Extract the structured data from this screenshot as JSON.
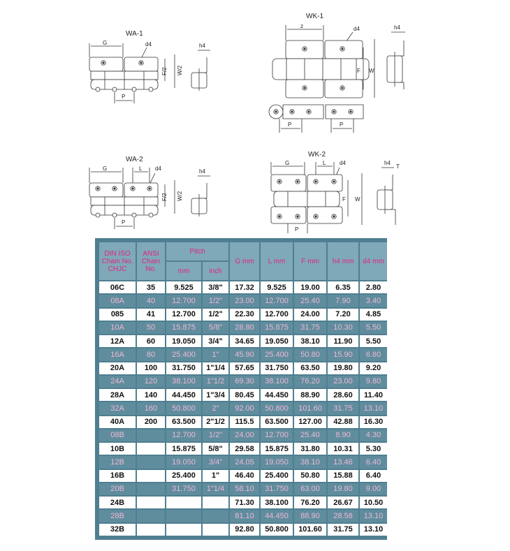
{
  "diagrams": {
    "wa1": {
      "title": "WA-1",
      "labels": {
        "g": "G",
        "d4": "d4",
        "f2": "F/2",
        "w2": "W/2",
        "h4": "h4",
        "p": "P"
      }
    },
    "wk1": {
      "title": "WK-1",
      "labels": {
        "z": "z",
        "d4": "d4",
        "f": "F",
        "w": "W",
        "h4": "h4",
        "p1": "P",
        "p2": "P"
      }
    },
    "wa2": {
      "title": "WA-2",
      "labels": {
        "g": "G",
        "l": "L",
        "d4": "d4",
        "f2": "F/2",
        "w2": "W/2",
        "h4": "h4",
        "p": "P"
      }
    },
    "wk2": {
      "title": "WK-2",
      "labels": {
        "g": "G",
        "l": "L",
        "d4": "d4",
        "f": "F",
        "w": "W",
        "h4": "h4",
        "t": "T",
        "p": "P"
      }
    }
  },
  "table": {
    "headers": {
      "din": "DIN ISO Chain No. CHJC",
      "ansi": "ANSI Chain No.",
      "pitch": "Pitch",
      "pitch_mm": "mm",
      "pitch_inch": "inch",
      "g": "G mm",
      "l": "L mm",
      "f": "F mm",
      "h4": "h4 mm",
      "d4": "d4 mm"
    },
    "rows": [
      {
        "din": "06C",
        "ansi": "35",
        "mm": "9.525",
        "inch": "3/8\"",
        "g": "17.32",
        "l": "9.525",
        "f": "19.00",
        "h4": "6.35",
        "d4": "2.80"
      },
      {
        "din": "08A",
        "ansi": "40",
        "mm": "12.700",
        "inch": "1/2\"",
        "g": "23.00",
        "l": "12.700",
        "f": "25.40",
        "h4": "7.90",
        "d4": "3.40"
      },
      {
        "din": "085",
        "ansi": "41",
        "mm": "12.700",
        "inch": "1/2\"",
        "g": "22.30",
        "l": "12.700",
        "f": "24.00",
        "h4": "7.20",
        "d4": "4.85"
      },
      {
        "din": "10A",
        "ansi": "50",
        "mm": "15.875",
        "inch": "5/8\"",
        "g": "28.80",
        "l": "15.875",
        "f": "31.75",
        "h4": "10.30",
        "d4": "5.50"
      },
      {
        "din": "12A",
        "ansi": "60",
        "mm": "19.050",
        "inch": "3/4\"",
        "g": "34.65",
        "l": "19.050",
        "f": "38.10",
        "h4": "11.90",
        "d4": "5.50"
      },
      {
        "din": "16A",
        "ansi": "80",
        "mm": "25.400",
        "inch": "1\"",
        "g": "45.90",
        "l": "25.400",
        "f": "50.80",
        "h4": "15.90",
        "d4": "6.80"
      },
      {
        "din": "20A",
        "ansi": "100",
        "mm": "31.750",
        "inch": "1\"1/4",
        "g": "57.65",
        "l": "31.750",
        "f": "63.50",
        "h4": "19.80",
        "d4": "9.20"
      },
      {
        "din": "24A",
        "ansi": "120",
        "mm": "38.100",
        "inch": "1\"1/2",
        "g": "69.30",
        "l": "38.100",
        "f": "76.20",
        "h4": "23.00",
        "d4": "9.80"
      },
      {
        "din": "28A",
        "ansi": "140",
        "mm": "44.450",
        "inch": "1\"3/4",
        "g": "80.45",
        "l": "44.450",
        "f": "88.90",
        "h4": "28.60",
        "d4": "11.40"
      },
      {
        "din": "32A",
        "ansi": "160",
        "mm": "50.800",
        "inch": "2\"",
        "g": "92.00",
        "l": "50.800",
        "f": "101.60",
        "h4": "31.75",
        "d4": "13.10"
      },
      {
        "din": "40A",
        "ansi": "200",
        "mm": "63.500",
        "inch": "2\"1/2",
        "g": "115.5",
        "l": "63.500",
        "f": "127.00",
        "h4": "42.88",
        "d4": "16.30"
      },
      {
        "din": "08B",
        "ansi": "",
        "mm": "12.700",
        "inch": "1/2\"",
        "g": "24.00",
        "l": "12.700",
        "f": "25.40",
        "h4": "8.90",
        "d4": "4.30"
      },
      {
        "din": "10B",
        "ansi": "",
        "mm": "15.875",
        "inch": "5/8\"",
        "g": "29.58",
        "l": "15.875",
        "f": "31.80",
        "h4": "10.31",
        "d4": "5.30"
      },
      {
        "din": "12B",
        "ansi": "",
        "mm": "19.050",
        "inch": "3/4\"",
        "g": "24.05",
        "l": "19.050",
        "f": "38.10",
        "h4": "13.46",
        "d4": "6.40"
      },
      {
        "din": "16B",
        "ansi": "",
        "mm": "25.400",
        "inch": "1\"",
        "g": "46.40",
        "l": "25.400",
        "f": "50.80",
        "h4": "15.88",
        "d4": "6.40"
      },
      {
        "din": "20B",
        "ansi": "",
        "mm": "31.750",
        "inch": "1\"1/4",
        "g": "58.10",
        "l": "31.750",
        "f": "63.00",
        "h4": "19.80",
        "d4": "9.00"
      },
      {
        "din": "24B",
        "ansi": "",
        "mm": "",
        "inch": "",
        "g": "71.30",
        "l": "38.100",
        "f": "76.20",
        "h4": "26.67",
        "d4": "10.50"
      },
      {
        "din": "28B",
        "ansi": "",
        "mm": "",
        "inch": "",
        "g": "81.10",
        "l": "44.450",
        "f": "88.90",
        "h4": "28.58",
        "d4": "13.10"
      },
      {
        "din": "32B",
        "ansi": "",
        "mm": "",
        "inch": "",
        "g": "92.80",
        "l": "50.800",
        "f": "101.60",
        "h4": "31.75",
        "d4": "13.10"
      }
    ]
  }
}
